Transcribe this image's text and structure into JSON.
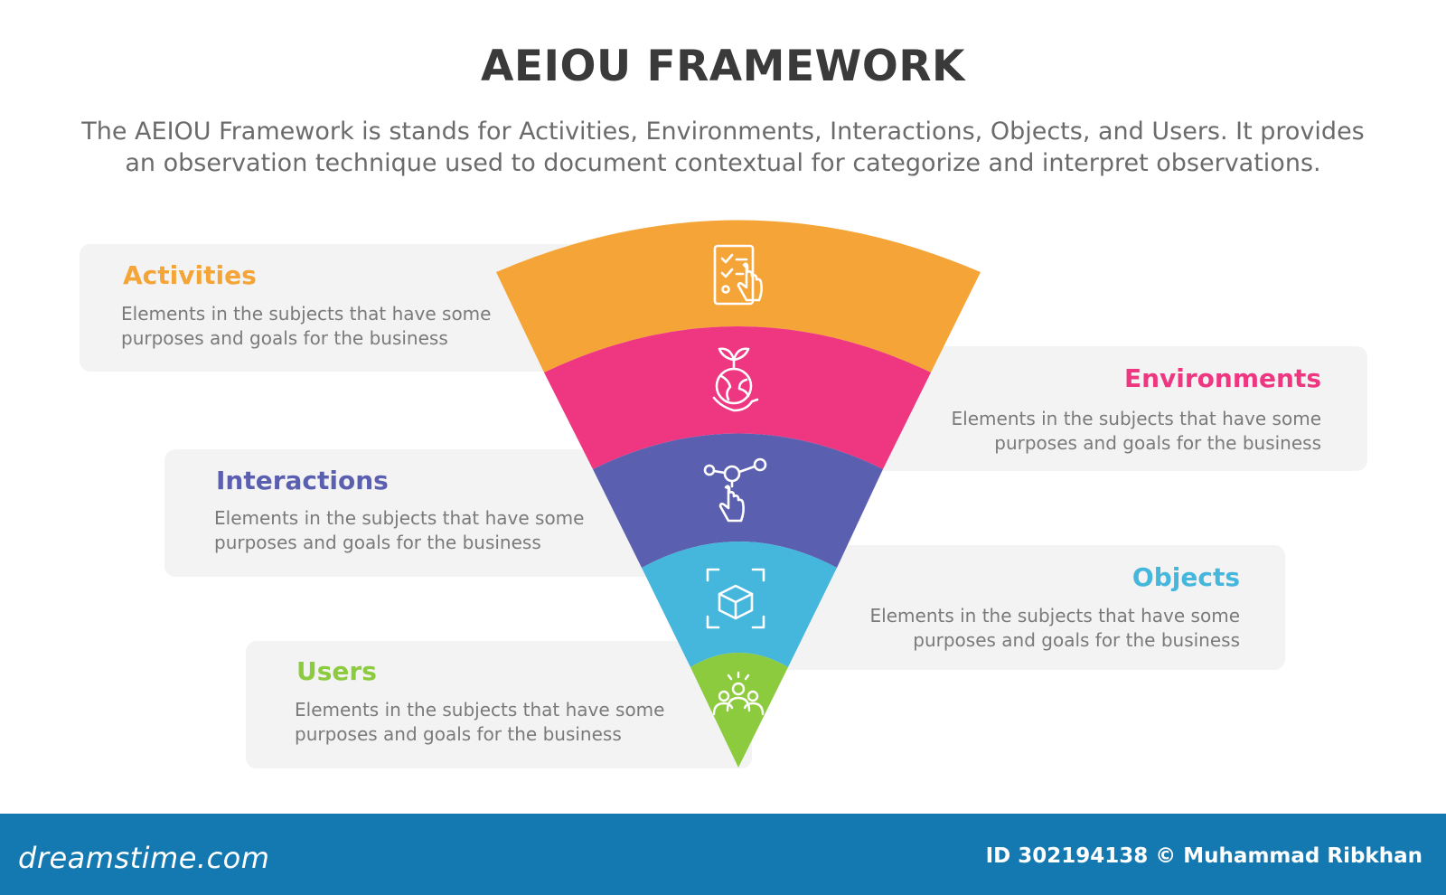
{
  "header": {
    "title": "AEIOU FRAMEWORK",
    "subtitle_line1": "The AEIOU Framework is stands for Activities, Environments, Interactions, Objects, and Users. It provides",
    "subtitle_line2": "an observation technique used to document contextual for categorize and interpret observations."
  },
  "items": [
    {
      "label": "Activities",
      "color": "#f5a537",
      "icon": "checklist-tap-icon",
      "desc_line1": "Elements in the subjects that have some",
      "desc_line2": "purposes and goals for the  business"
    },
    {
      "label": "Environments",
      "color": "#ee3681",
      "icon": "plant-globe-hand-icon",
      "desc_line1": "Elements in the subjects that have some",
      "desc_line2": "purposes and goals for the  business"
    },
    {
      "label": "Interactions",
      "color": "#5b5fb0",
      "icon": "touch-network-icon",
      "desc_line1": "Elements in the subjects that have some",
      "desc_line2": "purposes and goals for the  business"
    },
    {
      "label": "Objects",
      "color": "#45b6dc",
      "icon": "cube-scan-icon",
      "desc_line1": "Elements in the subjects that have some",
      "desc_line2": "purposes and goals for the  business"
    },
    {
      "label": "Users",
      "color": "#8dcb3e",
      "icon": "users-group-icon",
      "desc_line1": "Elements in the subjects that have some",
      "desc_line2": "purposes and goals for the  business"
    }
  ],
  "footer": {
    "brand": "dreamstime.com",
    "credit": "ID 302194138 © Muhammad Ribkhan"
  }
}
